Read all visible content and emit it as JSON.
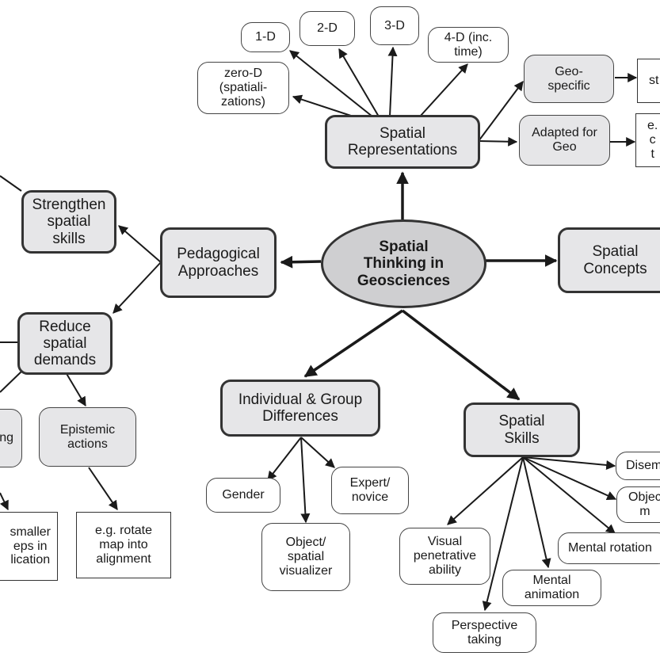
{
  "central": "Spatial\nThinking in\nGeosciences",
  "branches": {
    "representations": "Spatial\nRepresentations",
    "pedagogical": "Pedagogical\nApproaches",
    "concepts": "Spatial\nConcepts",
    "individual": "Individual & Group\nDifferences",
    "skills": "Spatial\nSkills"
  },
  "representations": {
    "one_d": "1-D",
    "two_d": "2-D",
    "three_d": "3-D",
    "four_d": "4-D (inc.\ntime)",
    "zero_d": "zero-D\n(spatiali-\nzations)",
    "geo_specific": "Geo-\nspecific",
    "adapted_for_geo": "Adapted for\nGeo",
    "geo_specific_example": "st",
    "adapted_example": "e.\nc\nt"
  },
  "pedagogy": {
    "strengthen": "Strengthen\nspatial\nskills",
    "reduce": "Reduce\nspatial\ndemands",
    "partial_left": "ng",
    "epistemic": "Epistemic\nactions",
    "rotate_example": "e.g. rotate\nmap into\nalignment",
    "smaller_steps": "smaller\neps in\nlication"
  },
  "differences": {
    "gender": "Gender",
    "expert": "Expert/\nnovice",
    "visualizer": "Object/\nspatial\nvisualizer"
  },
  "skills": {
    "disembedding": "Disem",
    "object_partial": "Objec\nm",
    "mental_rotation": "Mental rotation",
    "visual_penetrative": "Visual\npenetrative\nability",
    "mental_animation": "Mental\nanimation",
    "perspective": "Perspective\ntaking"
  }
}
